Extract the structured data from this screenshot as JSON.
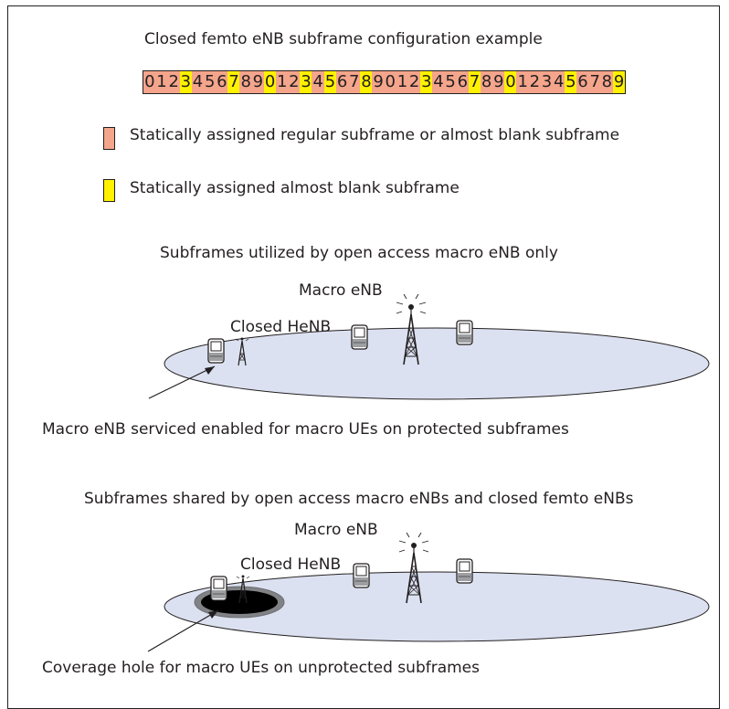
{
  "title": "Closed femto eNB subframe configuration example",
  "subframes": {
    "digits": [
      "0",
      "1",
      "2",
      "3",
      "4",
      "5",
      "6",
      "7",
      "8",
      "9",
      "0",
      "1",
      "2",
      "3",
      "4",
      "5",
      "6",
      "7",
      "8",
      "9",
      "0",
      "1",
      "2",
      "3",
      "4",
      "5",
      "6",
      "7",
      "8",
      "9",
      "0",
      "1",
      "2",
      "3",
      "4",
      "5",
      "6",
      "7",
      "8",
      "9"
    ],
    "kinds": [
      "r",
      "r",
      "r",
      "y",
      "r",
      "r",
      "r",
      "y",
      "r",
      "r",
      "y",
      "r",
      "r",
      "y",
      "r",
      "y",
      "r",
      "r",
      "y",
      "r",
      "r",
      "r",
      "r",
      "y",
      "r",
      "r",
      "r",
      "y",
      "r",
      "r",
      "y",
      "r",
      "r",
      "r",
      "r",
      "y",
      "r",
      "r",
      "r",
      "y"
    ]
  },
  "colors": {
    "regular": "#f4a58c",
    "almost_blank": "#fff200",
    "ellipse": "#dce1f1",
    "hole": "#000000"
  },
  "legend": {
    "regular": "Statically assigned regular subframe or almost blank subframe",
    "almost_blank": "Statically assigned almost blank subframe"
  },
  "scenario1": {
    "heading": "Subframes utilized by open access macro eNB only",
    "macro_label": "Macro eNB",
    "henb_label": "Closed HeNB",
    "caption": "Macro eNB serviced enabled for macro UEs on protected subframes"
  },
  "scenario2": {
    "heading": "Subframes shared by open access macro eNBs and closed femto eNBs",
    "macro_label": "Macro eNB",
    "henb_label": "Closed HeNB",
    "caption": "Coverage hole for macro UEs on unprotected subframes"
  }
}
